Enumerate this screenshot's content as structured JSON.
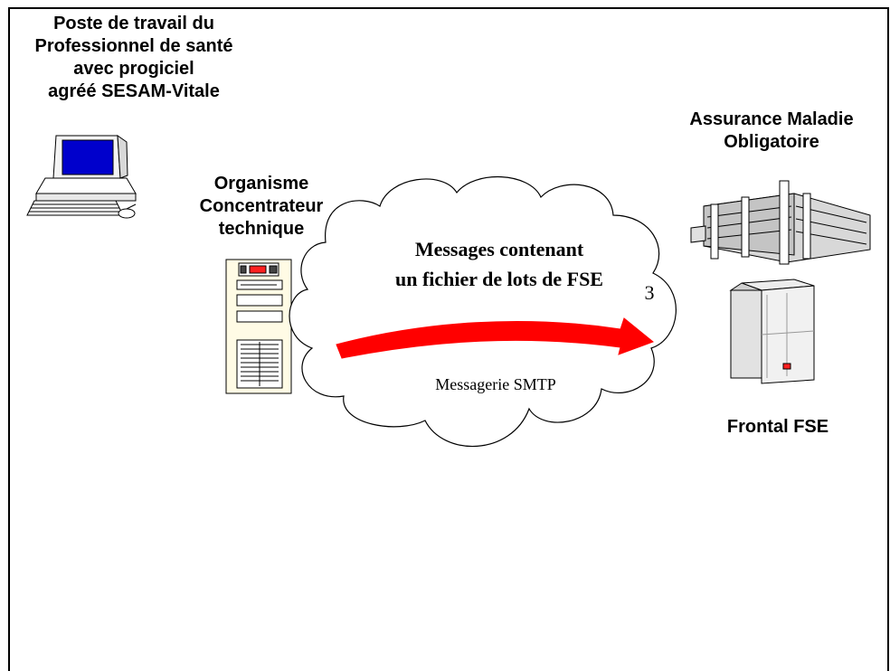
{
  "labels": {
    "poste": [
      "Poste de travail du",
      "Professionnel de santé",
      "avec progiciel",
      "agréé SESAM-Vitale"
    ],
    "organisme": [
      "Organisme",
      "Concentrateur",
      "technique"
    ],
    "assurance": [
      "Assurance Maladie",
      "Obligatoire"
    ],
    "frontal": "Frontal FSE"
  },
  "cloud": {
    "message_lines": [
      "Messages contenant",
      "un fichier de lots de FSE"
    ],
    "step_number": "3",
    "transport": "Messagerie SMTP"
  },
  "colors": {
    "arrow": "#ff0000",
    "screen": "#0000cc",
    "outline": "#000000",
    "device_fill": "#fffbe5"
  },
  "icons": [
    "computer-icon",
    "server-tower-icon",
    "office-building-icon",
    "server-rack-icon",
    "cloud-icon"
  ]
}
